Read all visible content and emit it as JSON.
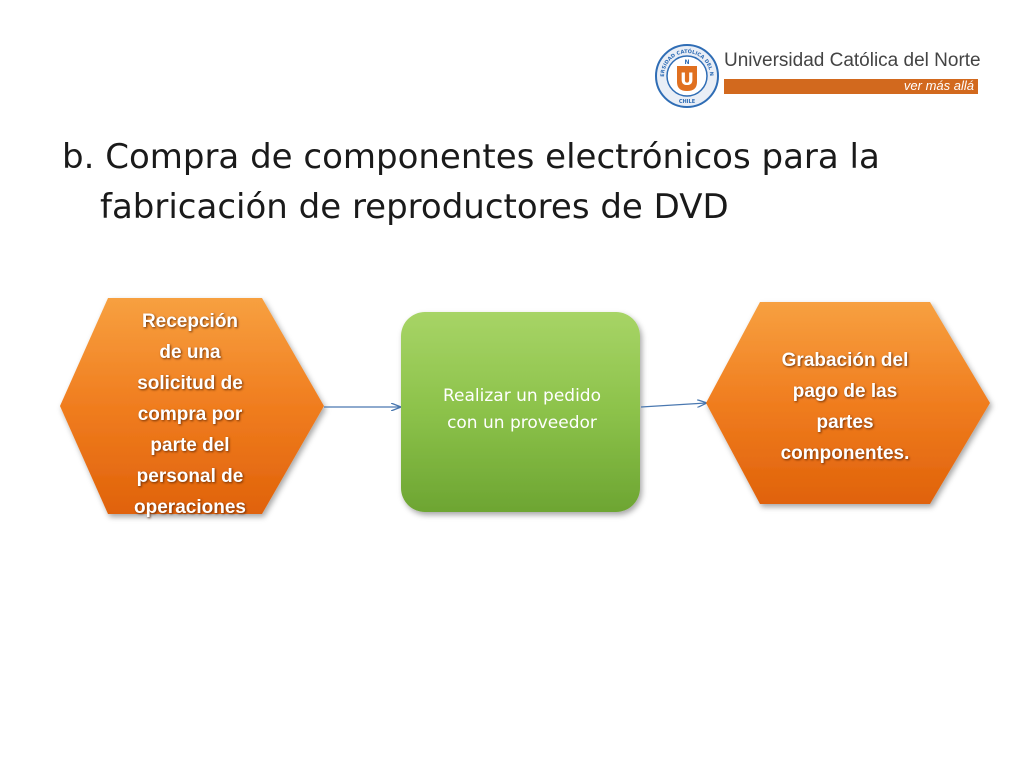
{
  "logo": {
    "name": "Universidad Católica del Norte",
    "tagline": "ver más allá",
    "seal_text": "UNIVERSIDAD CATÓLICA DEL NORTE",
    "seal_country": "CHILE",
    "seal_letter": "U",
    "seal_small": "N"
  },
  "title": {
    "line1": "b. Compra de componentes electrónicos para la",
    "line2": "fabricación de reproductores de DVD"
  },
  "diagram": {
    "step1": [
      "Recepción",
      "de una",
      "solicitud de",
      "compra por",
      "parte del",
      "personal de",
      "operaciones"
    ],
    "step2": [
      "Realizar un pedido",
      "con un proveedor"
    ],
    "step3": [
      "Grabación del",
      "pago de las",
      "partes",
      "componentes."
    ]
  },
  "colors": {
    "orange": "#f07d1f",
    "orange_dark": "#e0620a",
    "green": "#7ab33c",
    "green_light": "#9ccc5a",
    "arrow": "#4a78b0",
    "brand_bar": "#d2691e",
    "seal_blue": "#2f6db5"
  }
}
